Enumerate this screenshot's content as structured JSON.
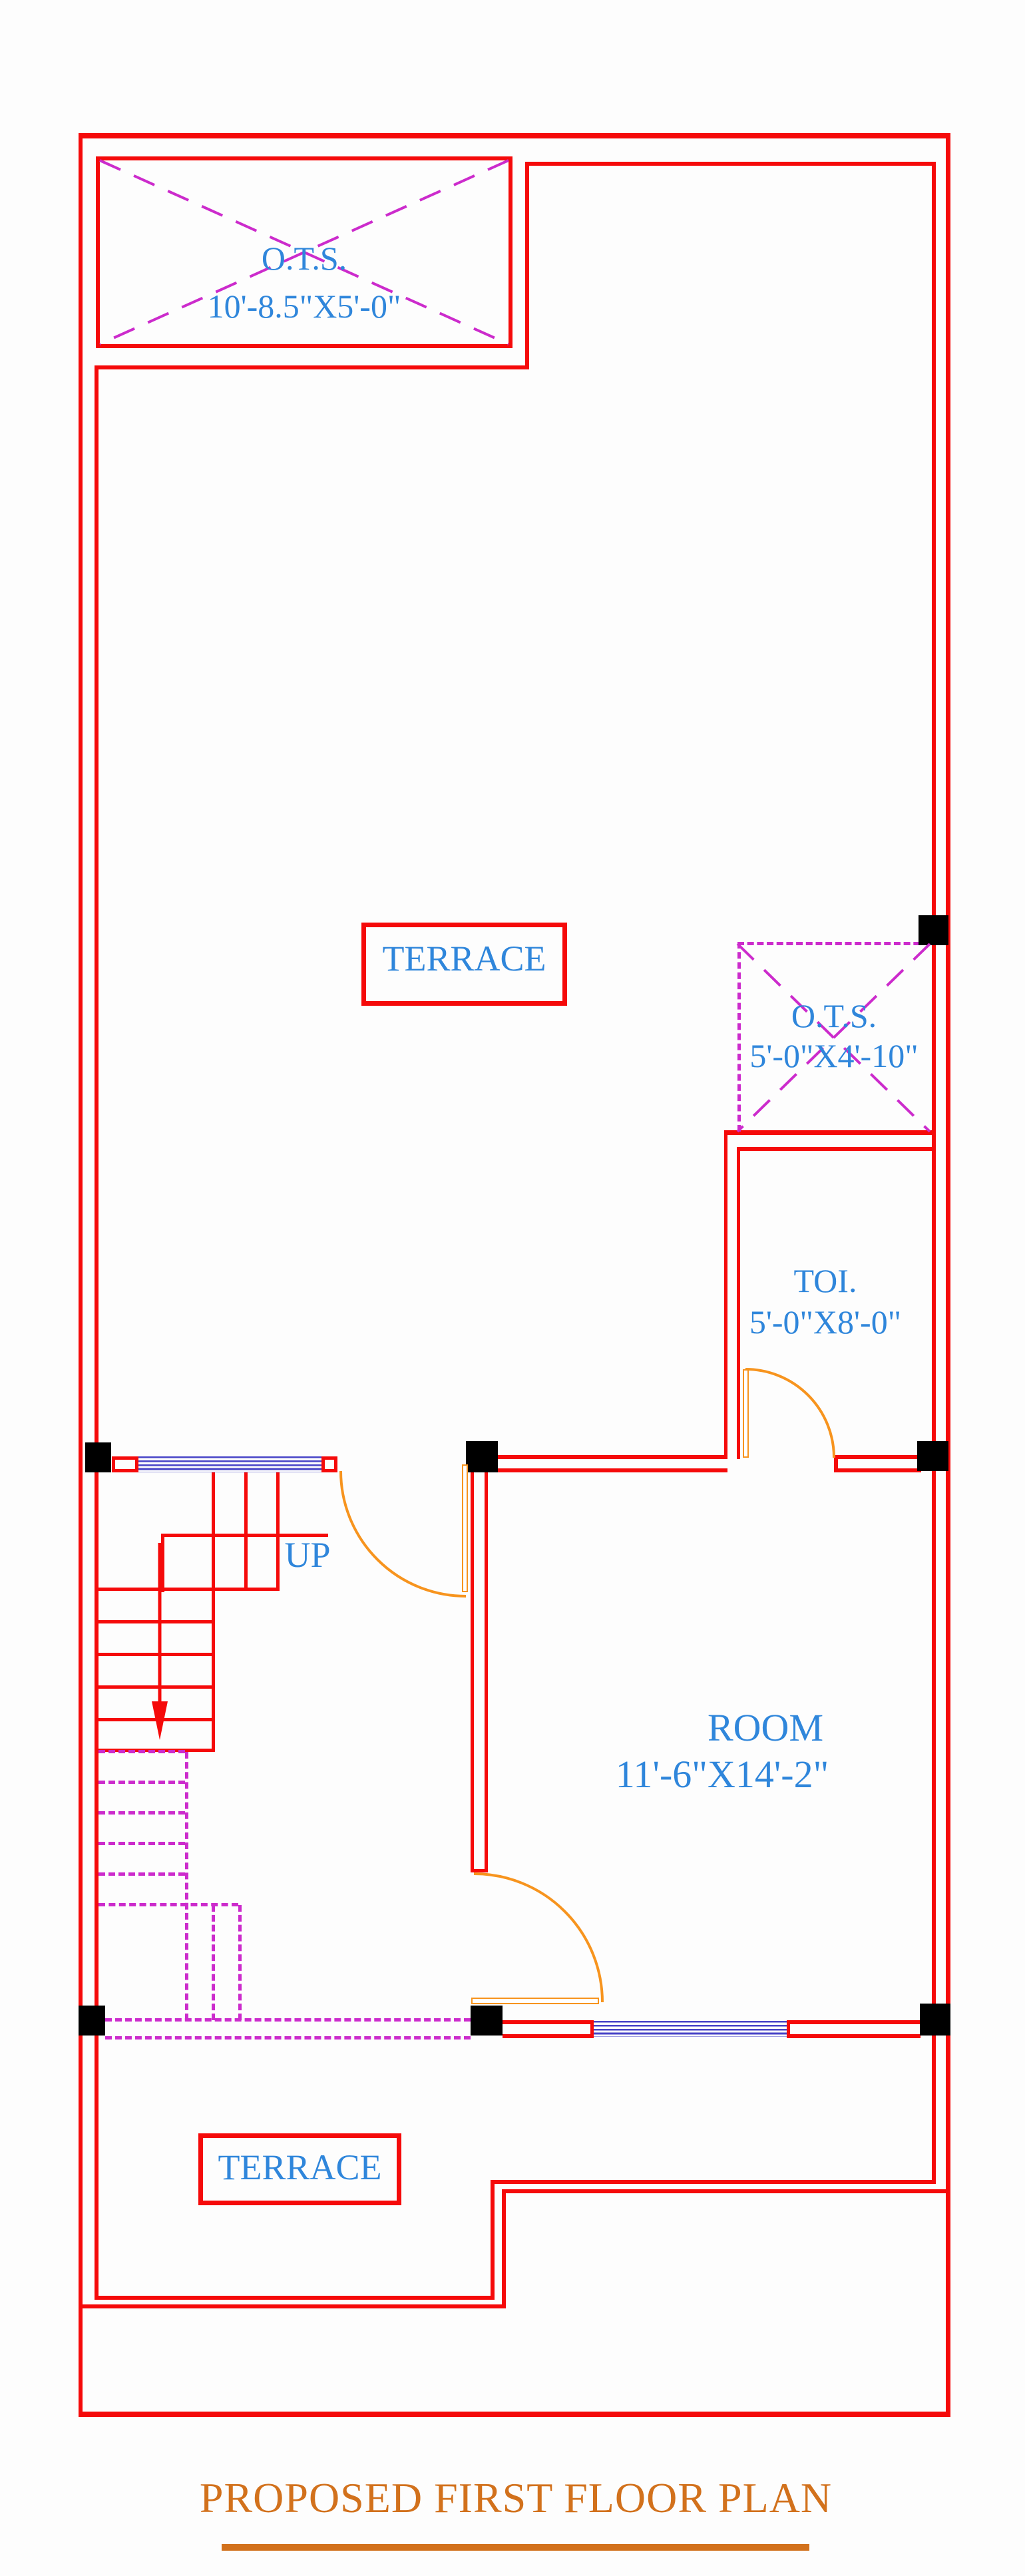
{
  "drawing": {
    "title": "PROPOSED FIRST FLOOR PLAN",
    "rooms": {
      "ots_top": {
        "label": "O.T.S.",
        "dims": "10'-8.5\"X5'-0\""
      },
      "terrace_upper": {
        "label": "TERRACE"
      },
      "ots_side": {
        "label": "O.T.S.",
        "dims": "5'-0\"X4'-10\""
      },
      "toilet": {
        "label": "TOI.",
        "dims": "5'-0\"X8'-0\""
      },
      "room": {
        "label": "ROOM",
        "dims": "11'-6\"X14'-2\""
      },
      "stair": {
        "label": "UP"
      },
      "terrace_lower": {
        "label": "TERRACE"
      }
    },
    "colors": {
      "wall": "#f50a0a",
      "column": "#000000",
      "window": "#4743c7",
      "door": "#f7941e",
      "open_dashed": "#cc2bcc",
      "room_text": "#2f86db",
      "title_text": "#d2711c"
    }
  }
}
